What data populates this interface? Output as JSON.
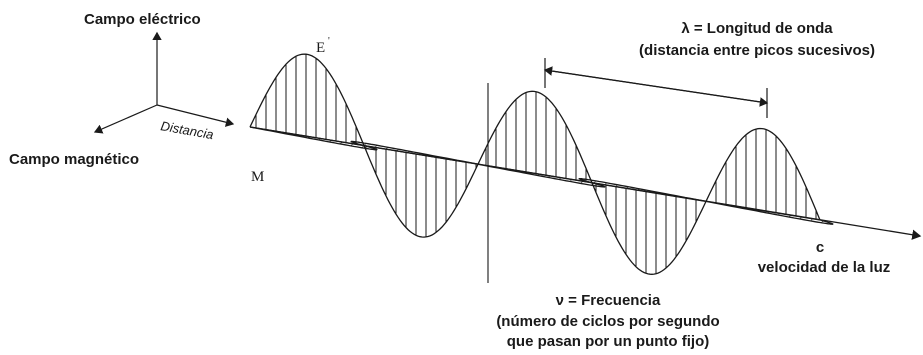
{
  "axes": {
    "electric_field": "Campo eléctrico",
    "magnetic_field": "Campo magnético",
    "distance": "Distancia"
  },
  "wave_labels": {
    "E": "E",
    "M": "M"
  },
  "wavelength": {
    "title": "λ = Longitud de onda",
    "subtitle": "(distancia entre picos sucesivos)"
  },
  "speed": {
    "symbol": "c",
    "text": "velocidad de la luz"
  },
  "frequency": {
    "title": "ν = Frecuencia",
    "line1": "(número de ciclos por segundo",
    "line2": "que pasan por un punto fijo)"
  },
  "colors": {
    "ink": "#1a1a1a",
    "background": "#ffffff"
  }
}
